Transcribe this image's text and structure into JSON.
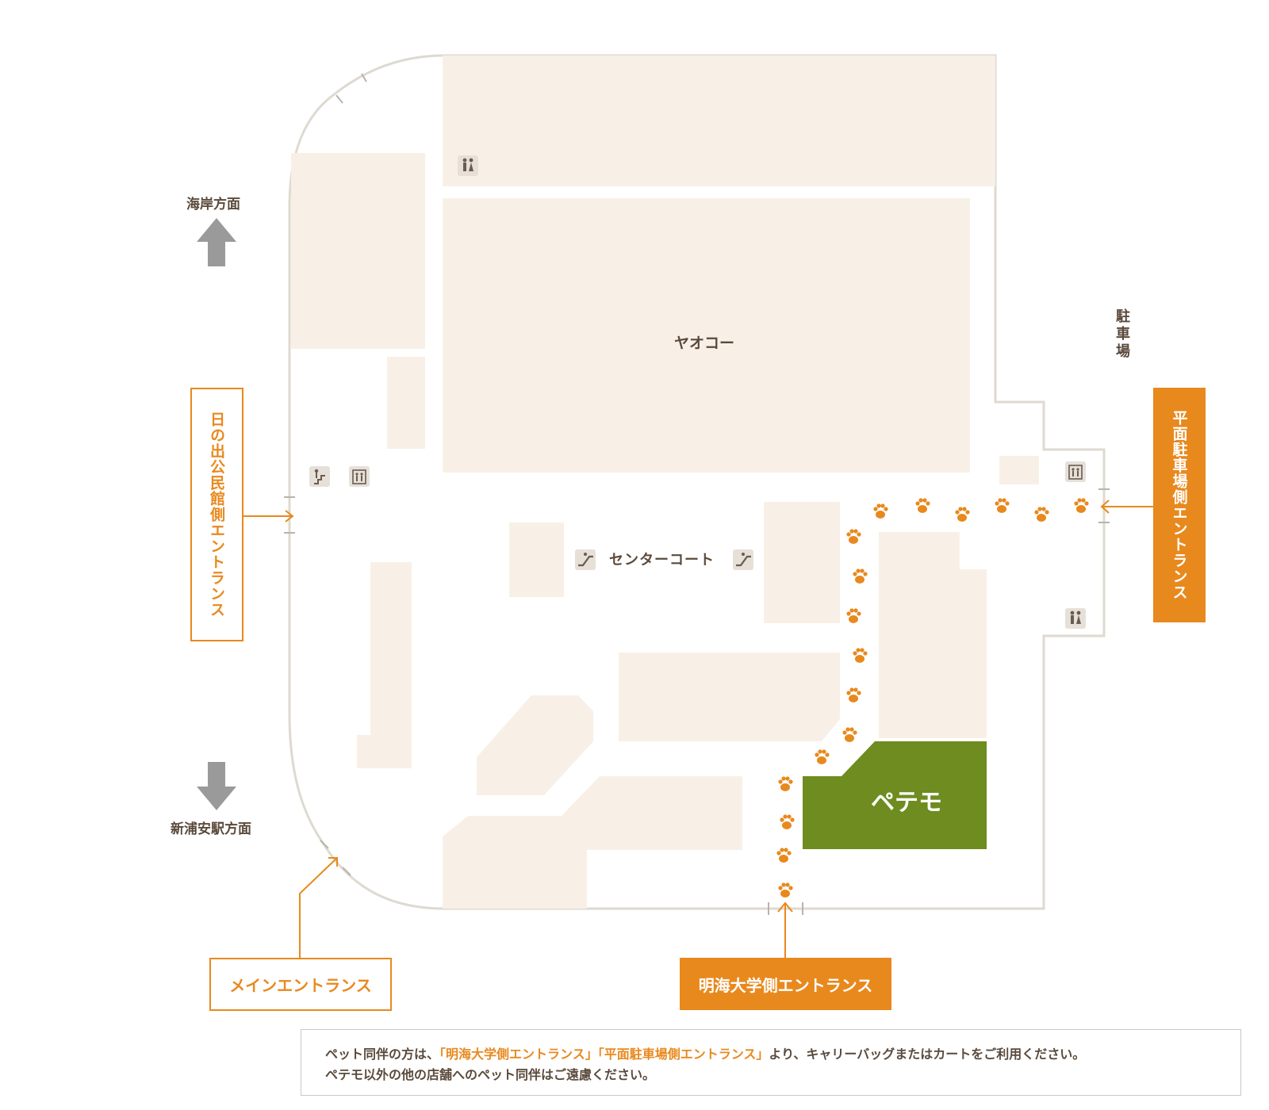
{
  "colors": {
    "store_fill": "#f8f0e6",
    "wall_stroke": "#dedad0",
    "accent_orange": "#e8891e",
    "pet_store_green": "#6e8c1f",
    "arrow_gray": "#9a9a9a",
    "icon_bg": "#e6e0d8"
  },
  "directions": {
    "coast": "海岸方面",
    "station": "新浦安駅方面",
    "parking": "駐車場"
  },
  "stores": {
    "yaoko": "ヤオコー",
    "petemo": "ペテモ",
    "center_court": "センターコート"
  },
  "entrances": {
    "hinode": "日の出公民館側エントランス",
    "flat_parking": "平面駐車場側エントランス",
    "main": "メインエントランス",
    "meikai": "明海大学側エントランス"
  },
  "icons": [
    "restroom-icon",
    "stairs-icon",
    "elevator-icon",
    "escalator-icon",
    "paw-print-icon",
    "arrow-up-icon",
    "arrow-down-icon"
  ],
  "notice": {
    "line1_pre": "ペット同伴の方は、",
    "line1_hl": "「明海大学側エントランス」「平面駐車場側エントランス」",
    "line1_post": "より、キャリーバッグまたはカートをご利用ください。",
    "line2": "ペテモ以外の他の店舗へのペット同伴はご遠慮ください。"
  }
}
